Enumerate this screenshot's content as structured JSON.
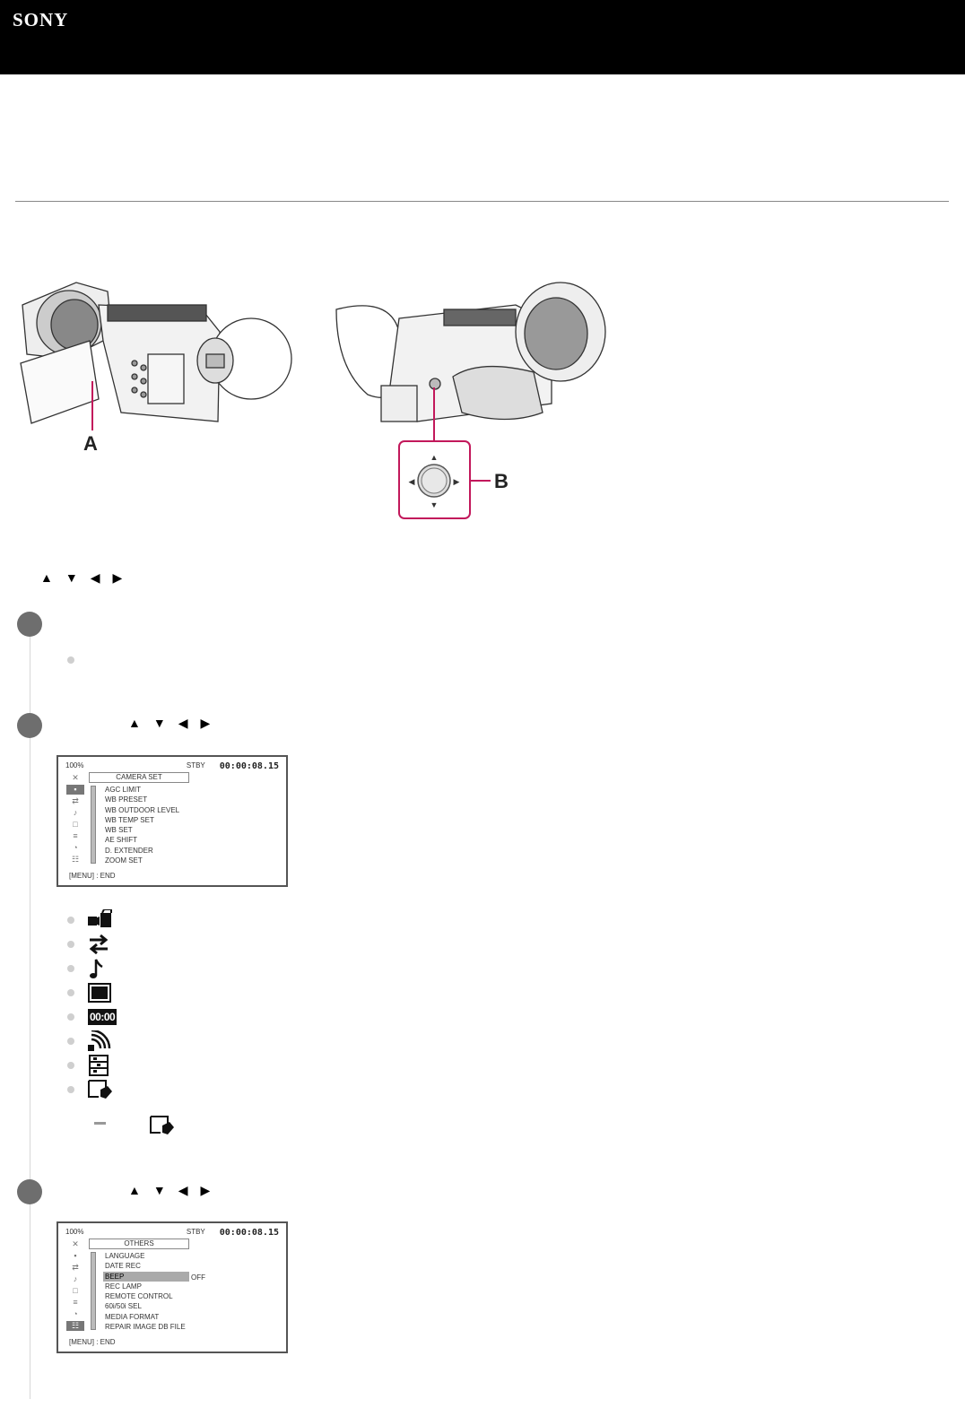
{
  "header": {
    "logo": "SONY"
  },
  "figure": {
    "label_a": "A",
    "label_b": "B"
  },
  "arrows": [
    "▲",
    "▼",
    "◀",
    "▶"
  ],
  "screen1": {
    "battery": "100%",
    "status": "STBY",
    "timecode": "00:00:08.15",
    "category": "CAMERA SET",
    "items": [
      "AGC LIMIT",
      "WB PRESET",
      "WB OUTDOOR LEVEL",
      "WB TEMP SET",
      "WB SET",
      "AE SHIFT",
      "D. EXTENDER",
      "ZOOM SET"
    ],
    "footer": "[MENU] : END"
  },
  "screen2": {
    "battery": "100%",
    "status": "STBY",
    "timecode": "00:00:08.15",
    "category": "OTHERS",
    "items": [
      "LANGUAGE",
      "DATE REC",
      "BEEP",
      "REC LAMP",
      "REMOTE CONTROL",
      "60i/50i SEL",
      "MEDIA FORMAT",
      "REPAIR IMAGE DB FILE"
    ],
    "selected_value": "OFF",
    "footer": "[MENU] : END"
  },
  "menu_icons": [
    "camera-set-icon",
    "rec-out-set-icon",
    "audio-set-icon",
    "display-set-icon",
    "tc-ub-set-icon",
    "network-set-icon",
    "others-icon",
    "edit-icon"
  ],
  "timecode_icon_text": "00:00"
}
